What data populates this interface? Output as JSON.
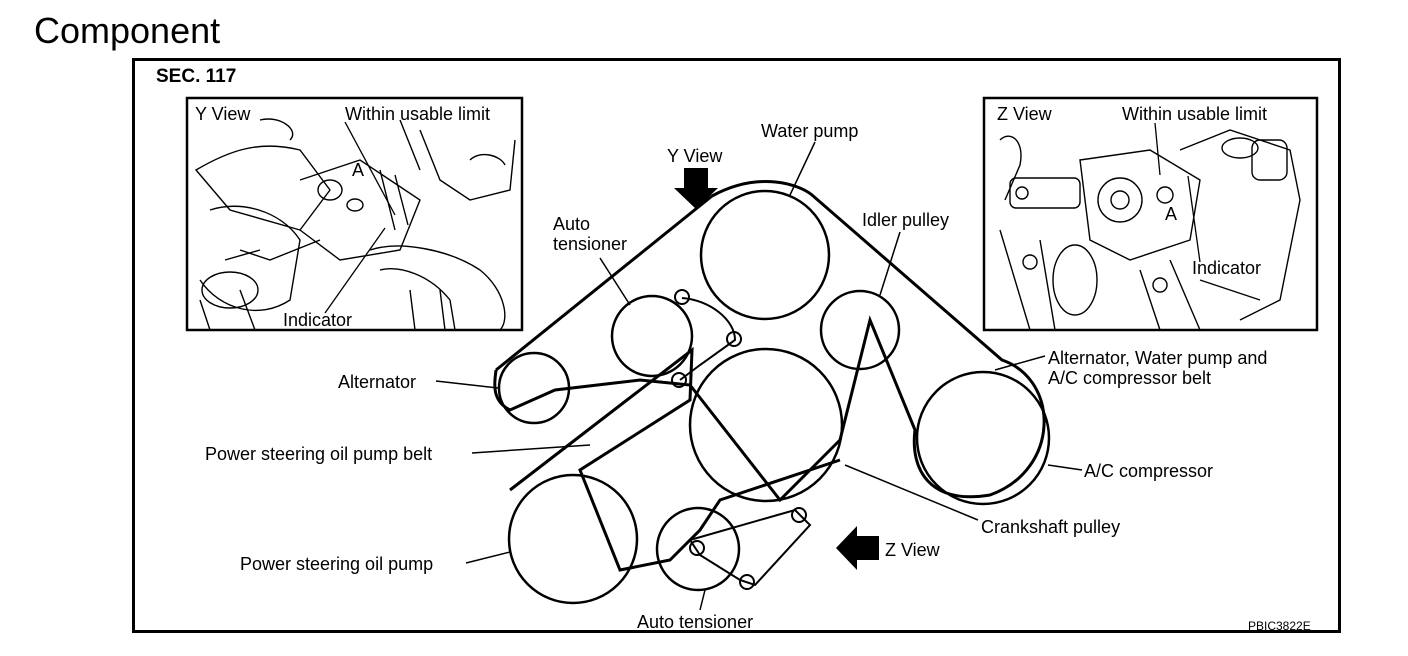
{
  "title": "Component",
  "section": "SEC. 117",
  "figure_code": "PBIC3822E",
  "insets": {
    "y_view": {
      "title": "Y View",
      "limit": "Within usable limit",
      "dim": "A",
      "indicator": "Indicator"
    },
    "z_view": {
      "title": "Z View",
      "limit": "Within usable limit",
      "dim": "A",
      "indicator": "Indicator"
    }
  },
  "labels": {
    "water_pump": "Water pump",
    "y_view": "Y View",
    "auto_tensioner_top": "Auto\ntensioner",
    "idler_pulley": "Idler pulley",
    "alternator": "Alternator",
    "main_belt": "Alternator, Water pump and\nA/C compressor belt",
    "ps_belt": "Power steering oil pump belt",
    "ac_compressor": "A/C compressor",
    "crankshaft_pulley": "Crankshaft pulley",
    "z_view": "Z View",
    "ps_pump": "Power steering oil pump",
    "auto_tensioner_bottom": "Auto tensioner"
  }
}
